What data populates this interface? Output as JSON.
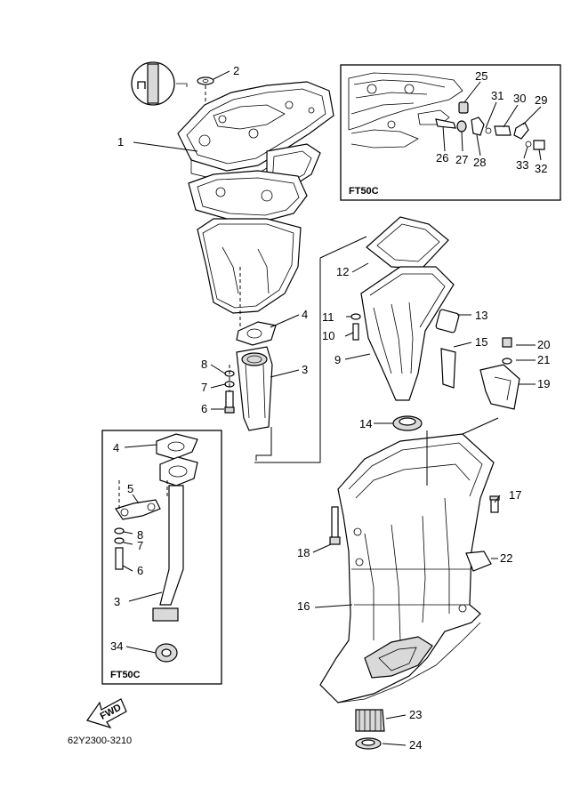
{
  "diagram_code": "62Y2300-3210",
  "inset_label": "FT50C",
  "fwd_label": "FWD",
  "callouts": {
    "p1": "1",
    "p2": "2",
    "p3": "3",
    "p4": "4",
    "p6": "6",
    "p7": "7",
    "p8": "8",
    "p9": "9",
    "p10": "10",
    "p11": "11",
    "p12": "12",
    "p13": "13",
    "p14": "14",
    "p15": "15",
    "p16": "16",
    "p17": "17",
    "p18": "18",
    "p19": "19",
    "p20": "20",
    "p21": "21",
    "p22": "22",
    "p23": "23",
    "p24": "24",
    "p25": "25",
    "p26": "26",
    "p27": "27",
    "p28": "28",
    "p29": "29",
    "p30": "30",
    "p31": "31",
    "p32": "32",
    "p33": "33",
    "b3": "3",
    "b4": "4",
    "b5": "5",
    "b6": "6",
    "b7": "7",
    "b8": "8",
    "b34": "34"
  }
}
